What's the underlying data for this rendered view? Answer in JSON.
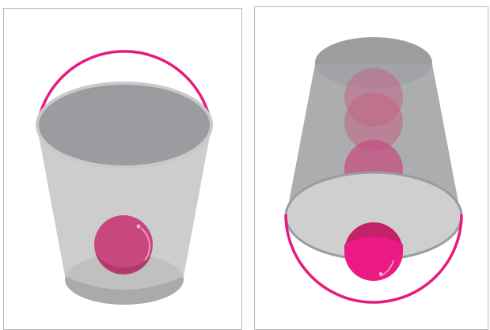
{
  "figure": {
    "panels": [
      {
        "id": "left",
        "bucket": "upright",
        "ball_count": 1,
        "handle": "above"
      },
      {
        "id": "right",
        "bucket": "inverted",
        "ball_positions_shown": 4,
        "handle": "below"
      }
    ],
    "colors": {
      "accent": "#e8197d",
      "ball_inside": "#c9477f",
      "ball_front": "#ec1a85",
      "ghost_ball": "#c26587",
      "rim_dark": "#9a9c9f",
      "rim_light": "#cfcfd0",
      "bucket_body": "#c4c4c4",
      "bucket_body_dark": "#a3a4a6",
      "base_shadow": "#a9aaac",
      "panel_border": "#b8b8b8"
    }
  }
}
